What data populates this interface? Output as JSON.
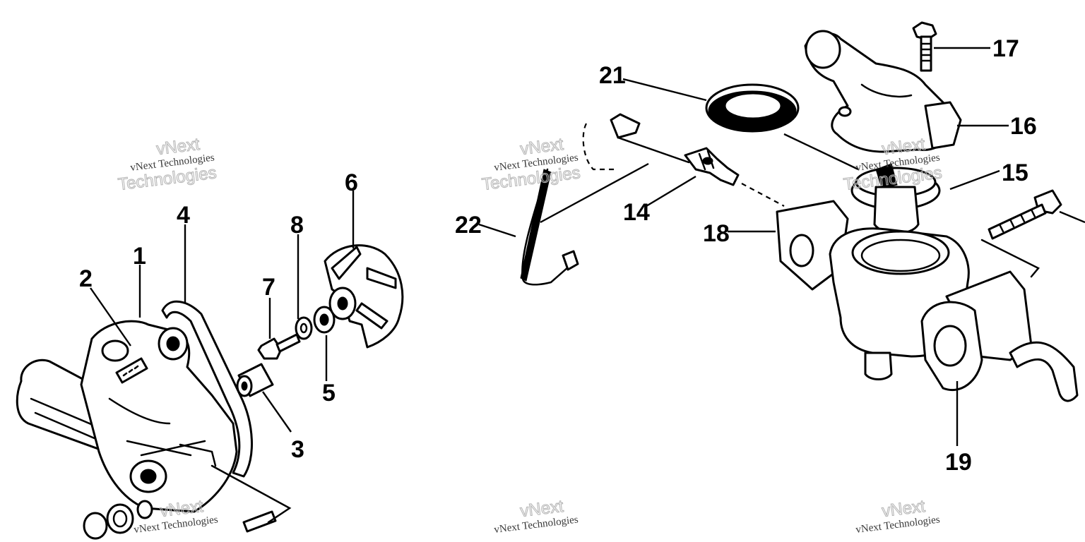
{
  "diagram": {
    "callouts": [
      "1",
      "2",
      "3",
      "4",
      "5",
      "6",
      "7",
      "8",
      "14",
      "15",
      "16",
      "17",
      "18",
      "19",
      "21",
      "22"
    ],
    "watermark": {
      "line1": "vNext Technologies",
      "outline1": "vNext",
      "outline2": "Technologies"
    }
  }
}
